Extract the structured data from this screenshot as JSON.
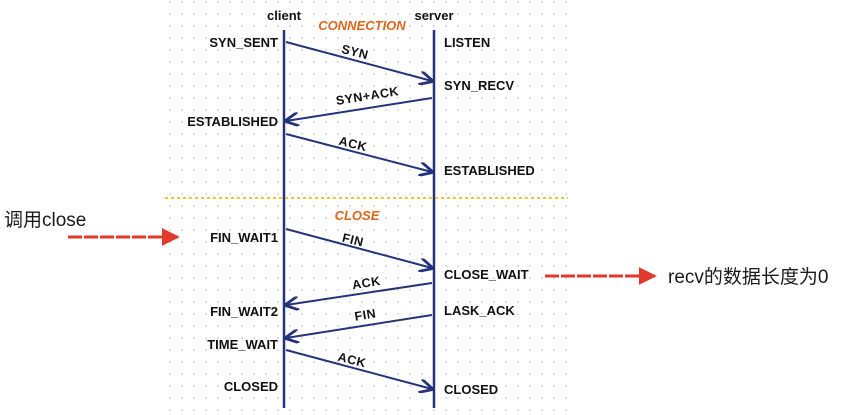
{
  "colors": {
    "lifeline": "#24337a",
    "arrow": "#24337a",
    "section_title": "#e0651c",
    "separator": "#f0b400",
    "annotation_arrow": "#e03a2c",
    "grid_dot": "#c9c9c9"
  },
  "headers": {
    "client": "client",
    "server": "server"
  },
  "sections": {
    "connection": "CONNECTION",
    "close": "CLOSE"
  },
  "client_states": {
    "syn_sent": "SYN_SENT",
    "established": "ESTABLISHED",
    "fin_wait1": "FIN_WAIT1",
    "fin_wait2": "FIN_WAIT2",
    "time_wait": "TIME_WAIT",
    "closed": "CLOSED"
  },
  "server_states": {
    "listen": "LISTEN",
    "syn_recv": "SYN_RECV",
    "established": "ESTABLISHED",
    "close_wait": "CLOSE_WAIT",
    "lask_ack": "LASK_ACK",
    "closed": "CLOSED"
  },
  "messages": {
    "syn": "SYN",
    "syn_ack": "SYN+ACK",
    "ack1": "ACK",
    "fin1": "FIN",
    "ack2": "ACK",
    "fin2": "FIN",
    "ack3": "ACK"
  },
  "annotations": {
    "left": "调用close",
    "right": "recv的数据长度为0"
  }
}
